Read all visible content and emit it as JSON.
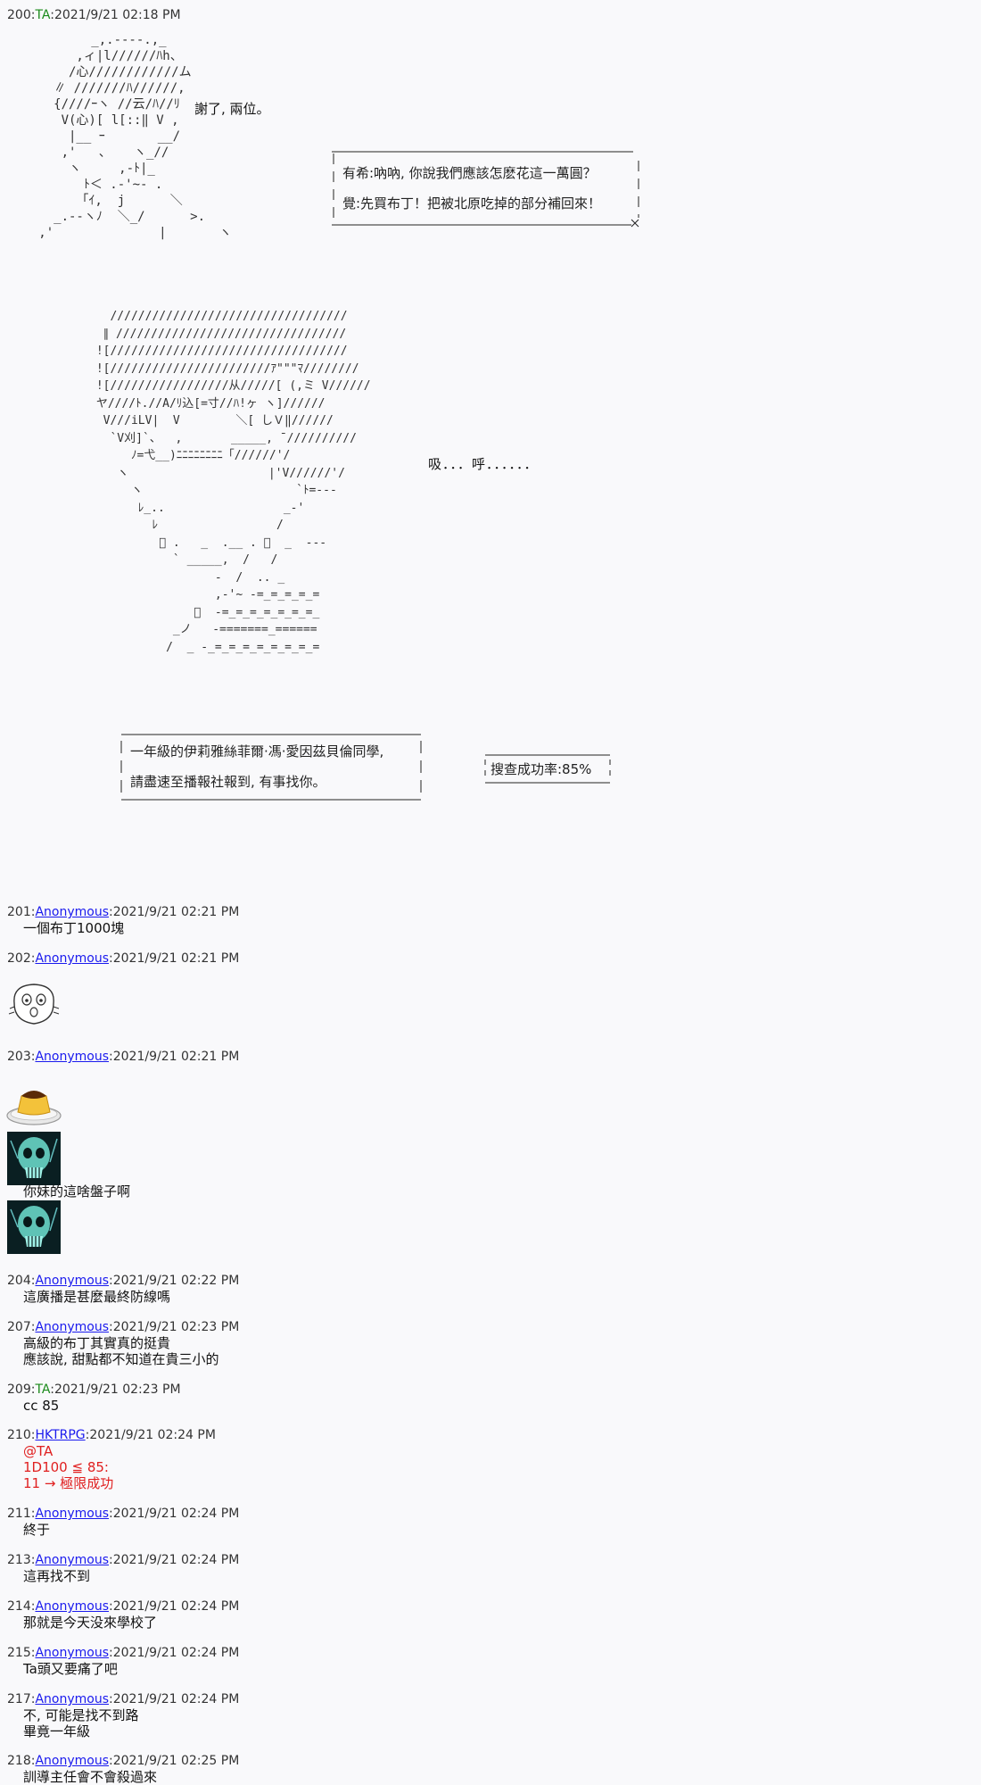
{
  "post200": {
    "num": "200",
    "author": "TA",
    "date": "2021/9/21 02:18 PM",
    "speech1": "謝了, 兩位。",
    "dialog_lines": [
      "有希:吶吶, 你說我們應該怎麽花這一萬圓？",
      "覺:先買布丁！把被北原吃掉的部分補回來！"
    ],
    "breath": "吸．．．呼．．．．．．",
    "announce_lines": [
      "一年級的伊莉雅絲菲爾·馮·愛因茲貝倫同學,",
      "請盡速至播報社報到, 有事找你。"
    ],
    "search_rate": "搜查成功率:85%"
  },
  "replies": [
    {
      "num": "201",
      "author": "Anonymous",
      "date": "2021/9/21 02:21 PM",
      "lines": [
        "一個布丁1000塊"
      ]
    },
    {
      "num": "202",
      "author": "Anonymous",
      "date": "2021/9/21 02:21 PM",
      "lines": []
    },
    {
      "num": "203",
      "author": "Anonymous",
      "date": "2021/9/21 02:21 PM",
      "lines": [
        "你妹的這啥盤子啊"
      ]
    },
    {
      "num": "204",
      "author": "Anonymous",
      "date": "2021/9/21 02:22 PM",
      "lines": [
        "這廣播是甚麼最終防線嗎"
      ]
    },
    {
      "num": "207",
      "author": "Anonymous",
      "date": "2021/9/21 02:23 PM",
      "lines": [
        "高級的布丁其實真的挺貴",
        "應該說, 甜點都不知道在貴三小的"
      ]
    },
    {
      "num": "209",
      "author": "TA",
      "date": "2021/9/21 02:23 PM",
      "lines": [
        "cc 85"
      ]
    },
    {
      "num": "210",
      "author": "HKTRPG",
      "date": "2021/9/21 02:24 PM",
      "lines": [
        "@TA",
        "1D100 ≦ 85:",
        "11 → 極限成功"
      ]
    },
    {
      "num": "211",
      "author": "Anonymous",
      "date": "2021/9/21 02:24 PM",
      "lines": [
        "終于"
      ]
    },
    {
      "num": "213",
      "author": "Anonymous",
      "date": "2021/9/21 02:24 PM",
      "lines": [
        "這再找不到"
      ]
    },
    {
      "num": "214",
      "author": "Anonymous",
      "date": "2021/9/21 02:24 PM",
      "lines": [
        "那就是今天没來學校了"
      ]
    },
    {
      "num": "215",
      "author": "Anonymous",
      "date": "2021/9/21 02:24 PM",
      "lines": [
        "Ta頭又要痛了吧"
      ]
    },
    {
      "num": "217",
      "author": "Anonymous",
      "date": "2021/9/21 02:24 PM",
      "lines": [
        "不, 可能是找不到路",
        "畢竟一年級"
      ]
    },
    {
      "num": "218",
      "author": "Anonymous",
      "date": "2021/9/21 02:25 PM",
      "lines": [
        "訓導主任會不會殺過來"
      ]
    }
  ],
  "icons": {
    "stamp_face": "shocked-face-sticker",
    "pudding": "pudding-plate-image",
    "skull": "skull-glowing-image"
  },
  "colors": {
    "anon_link": "#1a1aee",
    "ta_name": "#1a8a1a",
    "dice_text": "#e02020",
    "background": "#f9f9fb"
  }
}
